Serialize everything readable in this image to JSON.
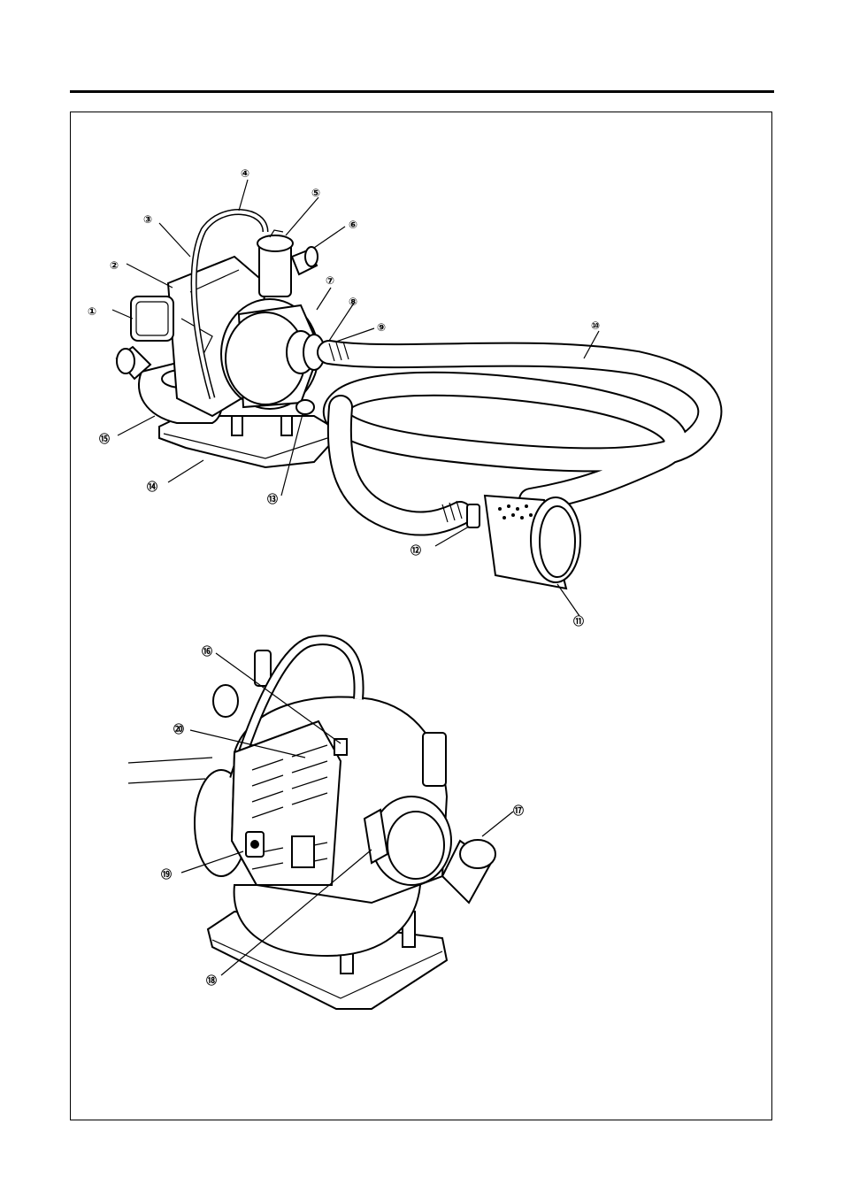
{
  "callouts": [
    {
      "id": "c1",
      "label": "①"
    },
    {
      "id": "c2",
      "label": "②"
    },
    {
      "id": "c3",
      "label": "③"
    },
    {
      "id": "c4",
      "label": "④"
    },
    {
      "id": "c5",
      "label": "⑤"
    },
    {
      "id": "c6",
      "label": "⑥"
    },
    {
      "id": "c7",
      "label": "⑦"
    },
    {
      "id": "c8",
      "label": "⑧"
    },
    {
      "id": "c9",
      "label": "⑨"
    },
    {
      "id": "c10",
      "label": "⑩"
    },
    {
      "id": "c11",
      "label": "⑪"
    },
    {
      "id": "c12",
      "label": "⑫"
    },
    {
      "id": "c13",
      "label": "⑬"
    },
    {
      "id": "c14",
      "label": "⑭"
    },
    {
      "id": "c15",
      "label": "⑮"
    },
    {
      "id": "c16",
      "label": "⑯"
    },
    {
      "id": "c17",
      "label": "⑰"
    },
    {
      "id": "c18",
      "label": "⑱"
    },
    {
      "id": "c19",
      "label": "⑲"
    },
    {
      "id": "c20",
      "label": "⑳"
    }
  ]
}
